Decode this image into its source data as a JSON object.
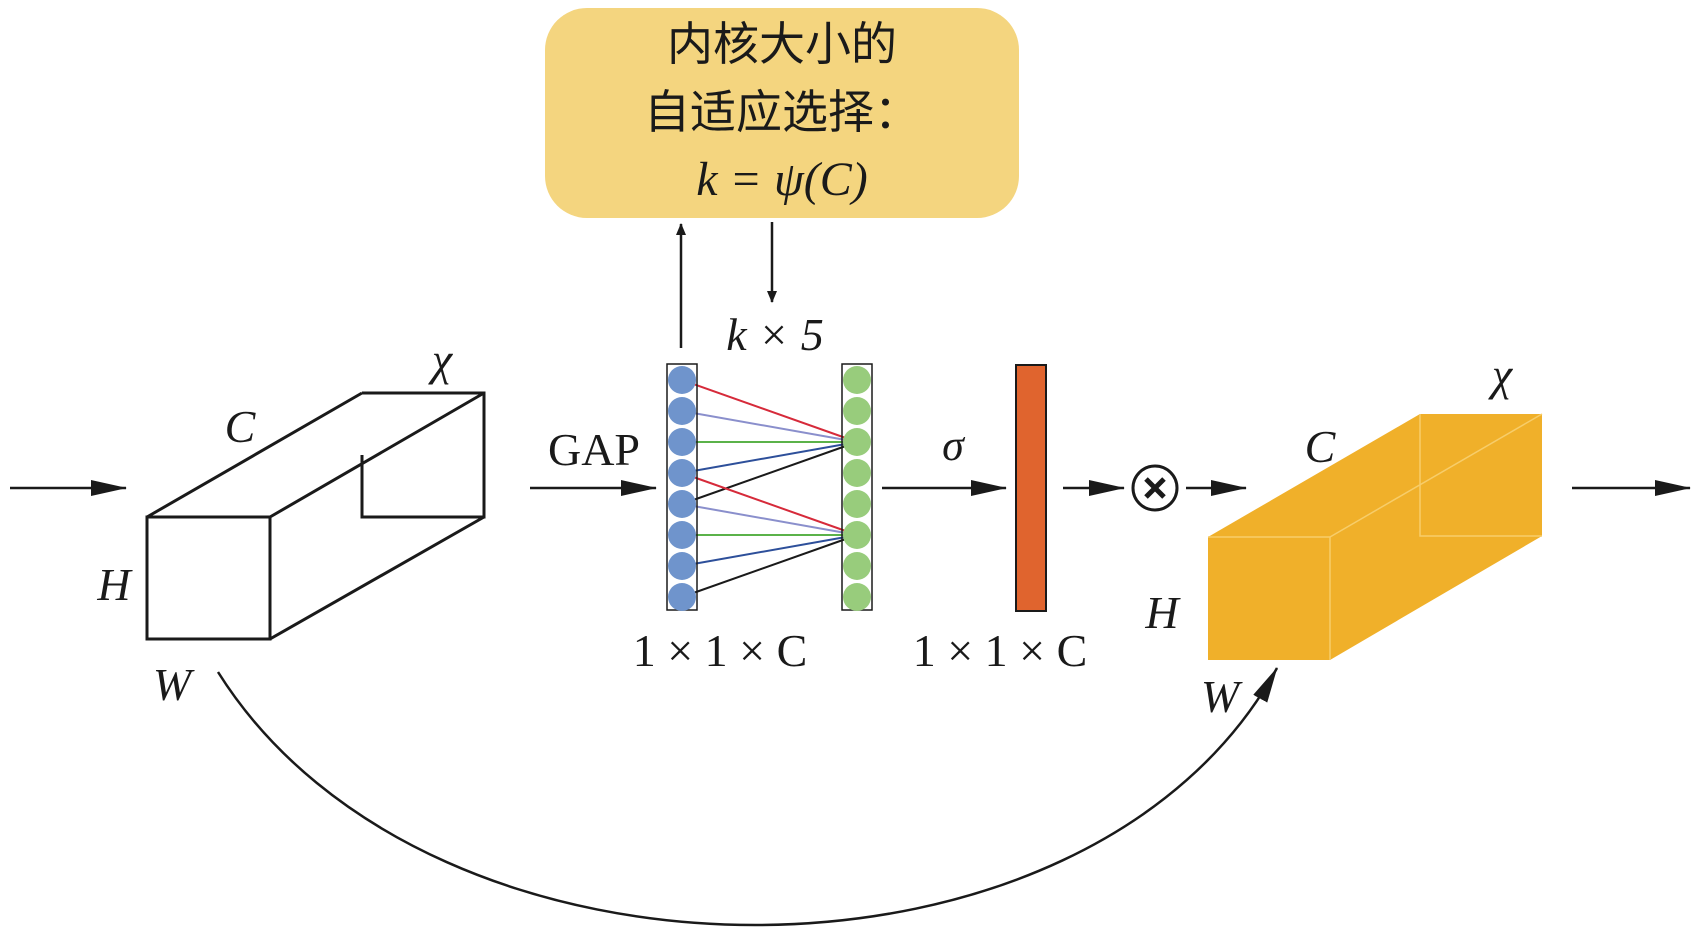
{
  "diagram": {
    "selection_box": {
      "line1": "内核大小的",
      "line2": "自适应选择：",
      "formula": "k = ψ(C)",
      "fill_color": "#f4d57f"
    },
    "kernel_label": "k × 5",
    "input_block": {
      "label_x": "χ",
      "label_c": "C",
      "label_h": "H",
      "label_w": "W"
    },
    "gap_label": "GAP",
    "sigma_label": "σ",
    "dim_label_left": "1 × 1 × C",
    "dim_label_right": "1 × 1 × C",
    "multiply_symbol": "⊗",
    "output_block": {
      "label_x": "χ",
      "label_c": "C",
      "label_h": "H",
      "label_w": "W",
      "fill_color": "#f0b02a"
    },
    "colors": {
      "node_blue": "#6f94cc",
      "node_green": "#98cc7c",
      "bar_orange": "#e0642e",
      "edge_red": "#d62a3a",
      "edge_lavender": "#8a8fcc",
      "edge_green": "#5bb24a",
      "edge_navy": "#2d4f9a",
      "edge_black": "#1a1a1a"
    }
  }
}
